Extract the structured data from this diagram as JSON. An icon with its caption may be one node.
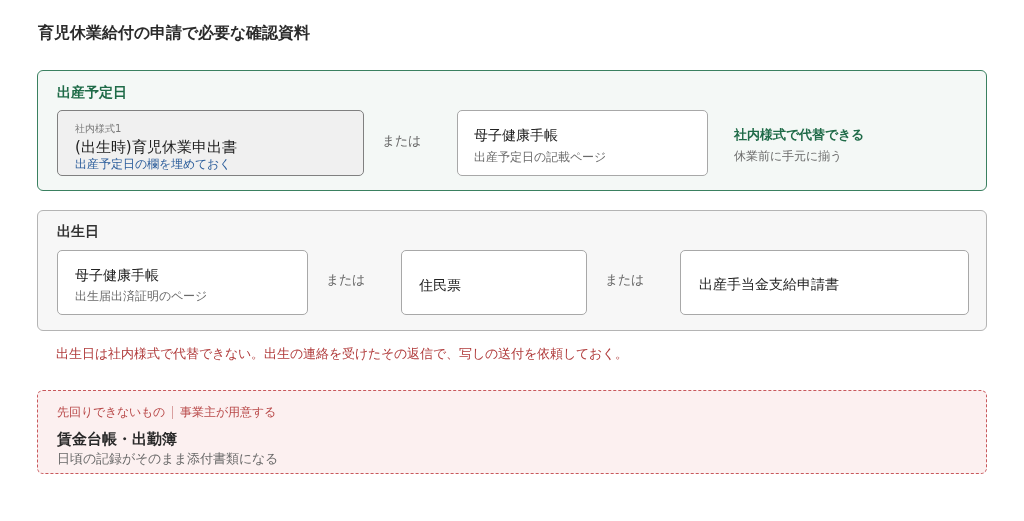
{
  "diagram": {
    "title": "育児休業給付の申請で必要な確認資料",
    "nodes": [
      {
        "text": [
          "出産予定日",
          "社内様式で代替できる",
          "休業前に手元に揃う"
        ]
      },
      {
        "text": [
          "社内様式1",
          "(出生時)育児休業申出書",
          "出産予定日の欄を埋めておく"
        ],
        "in": 0
      },
      {
        "text": [
          "母子健康手帳",
          "出産予定日の記載ページ"
        ],
        "in": 0
      },
      {
        "text": [
          "出生日"
        ],
        "beside": [
          "出生日は社内様式で代替できない。出生の連絡を受けたその返信で、写しの送付を依頼しておく。"
        ]
      },
      {
        "text": [
          "母子健康手帳",
          "出生届出済証明のページ"
        ],
        "in": 3
      },
      {
        "text": [
          "住民票"
        ],
        "in": 3
      },
      {
        "text": [
          "出産手当金支給申請書"
        ],
        "in": 3
      },
      {
        "text": [
          "先回りできないもの",
          "事業主が用意する",
          "賃金台帳・出勤簿",
          "日頃の記録がそのまま添付書類になる"
        ]
      }
    ],
    "labels": [
      "または",
      "または",
      "または"
    ]
  }
}
